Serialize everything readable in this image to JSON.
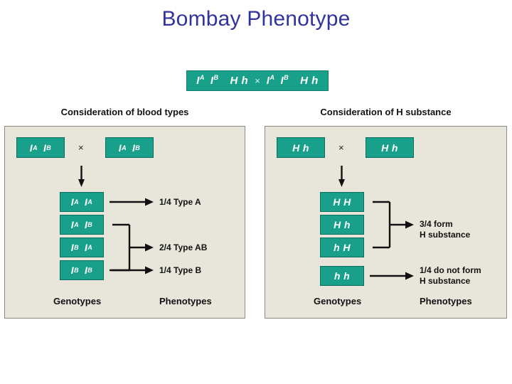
{
  "slide": {
    "title": "Bombay Phenotype"
  },
  "cross_banner": {
    "parent1": {
      "allele1": "I",
      "sup1": "A",
      "allele2": "I",
      "sup2": "B",
      "h": "H h"
    },
    "times": "×",
    "parent2": {
      "allele1": "I",
      "sup1": "A",
      "allele2": "I",
      "sup2": "B",
      "h": "H h"
    }
  },
  "left_panel": {
    "heading": "Consideration of blood types",
    "times": "×",
    "parents": [
      {
        "allele1": "I",
        "sup1": "A",
        "allele2": "I",
        "sup2": "B"
      },
      {
        "allele1": "I",
        "sup1": "A",
        "allele2": "I",
        "sup2": "B"
      }
    ],
    "offspring": [
      {
        "allele1": "I",
        "sup1": "A",
        "allele2": "I",
        "sup2": "A"
      },
      {
        "allele1": "I",
        "sup1": "A",
        "allele2": "I",
        "sup2": "B"
      },
      {
        "allele1": "I",
        "sup1": "B",
        "allele2": "I",
        "sup2": "A"
      },
      {
        "allele1": "I",
        "sup1": "B",
        "allele2": "I",
        "sup2": "B"
      }
    ],
    "phenotypes": [
      {
        "line1": "1/4 Type A",
        "line2": ""
      },
      {
        "line1": "2/4 Type AB",
        "line2": ""
      },
      {
        "line1": "1/4 Type B",
        "line2": ""
      }
    ],
    "column_labels": {
      "genotypes": "Genotypes",
      "phenotypes": "Phenotypes"
    }
  },
  "right_panel": {
    "heading": "Consideration of H substance",
    "times": "×",
    "parents": [
      "H h",
      "H h"
    ],
    "offspring": [
      "H H",
      "H h",
      "h H",
      "h h"
    ],
    "phenotypes": [
      {
        "line1": "3/4 form",
        "line2": "H substance"
      },
      {
        "line1": "1/4 do not form",
        "line2": "H substance"
      }
    ],
    "column_labels": {
      "genotypes": "Genotypes",
      "phenotypes": "Phenotypes"
    }
  },
  "colors": {
    "title": "#33339c",
    "box_fill": "#18a08b",
    "panel_bg": "#e8e6da",
    "text": "#111111"
  }
}
